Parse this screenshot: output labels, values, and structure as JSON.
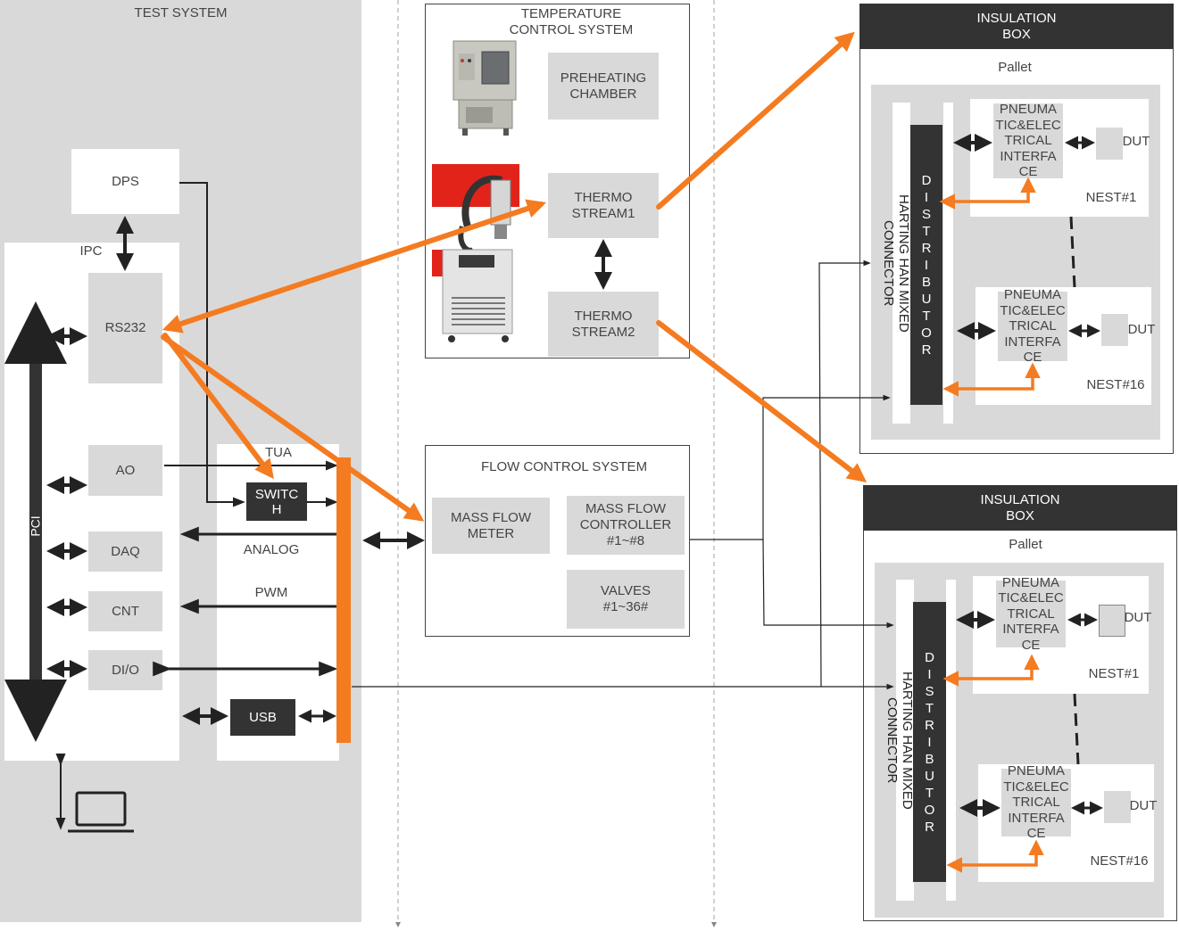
{
  "test_system": {
    "title": "TEST SYSTEM",
    "dps": "DPS",
    "ipc": "IPC",
    "rs232": "RS232",
    "pci": "PCI",
    "ao": "AO",
    "daq": "DAQ",
    "cnt": "CNT",
    "dio": "DI/O",
    "tua": "TUA",
    "switch": "SWITC\nH",
    "analog": "ANALOG",
    "pwm": "PWM",
    "usb": "USB",
    "laptop_icon": "laptop-icon"
  },
  "temperature_control": {
    "title": "TEMPERATURE\nCONTROL SYSTEM",
    "preheating": "PREHEATING\nCHAMBER",
    "thermo1": "THERMO\nSTREAM1",
    "thermo2": "THERMO\nSTREAM2"
  },
  "flow_control": {
    "title": "FLOW CONTROL SYSTEM",
    "mass_flow_meter": "MASS FLOW\nMETER",
    "mass_flow_controller": "MASS FLOW\nCONTROLLER\n#1~#8",
    "valves": "VALVES\n#1~36#"
  },
  "insulation_boxes": [
    {
      "title": "INSULATION\nBOX",
      "pallet": "Pallet",
      "connector": "HARTING HAN MIXED CONNECTOR",
      "distributor": [
        "D",
        "I",
        "S",
        "T",
        "R",
        "I",
        "B",
        "U",
        "T",
        "O",
        "R"
      ],
      "interface": "PNEUMA\nTIC&ELEC\nTRICAL\nINTERFA\nCE",
      "dut": "DUT",
      "nest_a": "NEST#1",
      "nest_b": "NEST#16"
    },
    {
      "title": "INSULATION\nBOX",
      "pallet": "Pallet",
      "connector": "HARTING HAN MIXED CONNECTOR",
      "distributor": [
        "D",
        "I",
        "S",
        "T",
        "R",
        "I",
        "B",
        "U",
        "T",
        "O",
        "R"
      ],
      "interface": "PNEUMA\nTIC&ELEC\nTRICAL\nINTERFA\nCE",
      "dut": "DUT",
      "nest_a": "NEST#1",
      "nest_b": "NEST#16"
    }
  ],
  "colors": {
    "accent_orange": "#f47b20",
    "panel_gray": "#d9d9d9",
    "dark": "#333333"
  }
}
